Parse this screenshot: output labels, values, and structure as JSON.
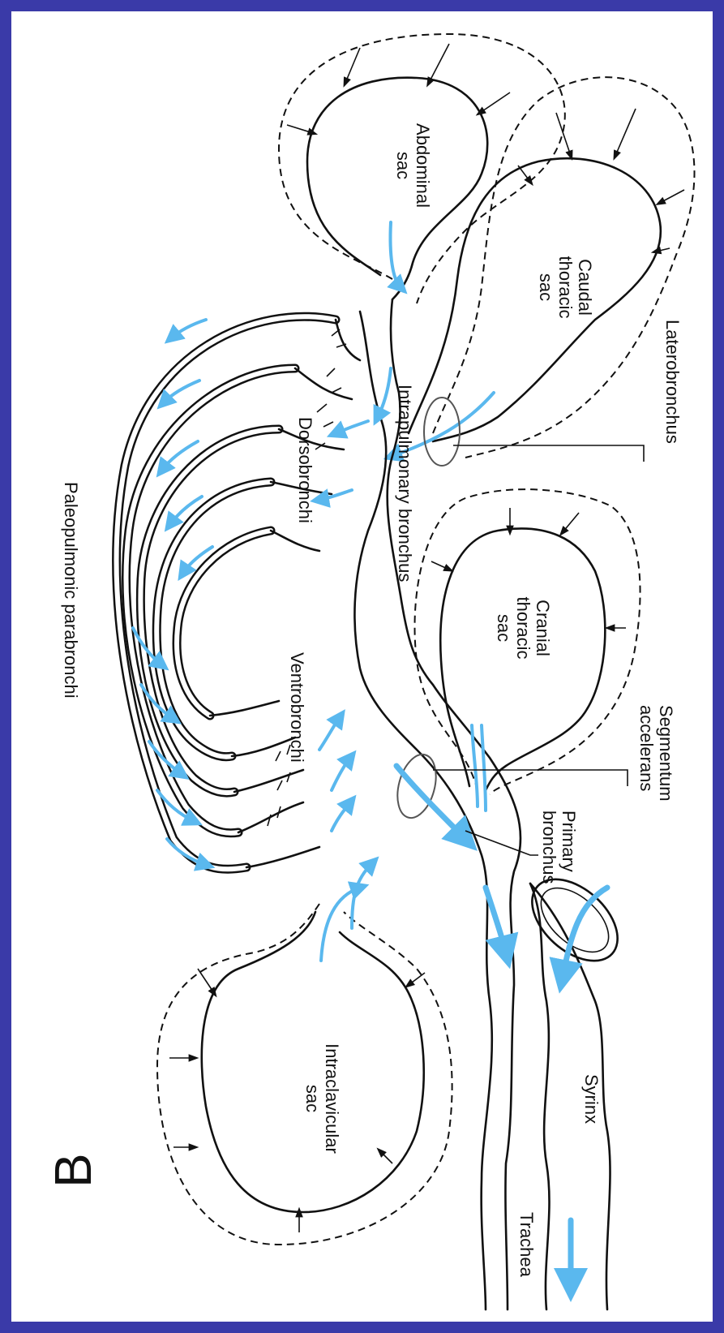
{
  "figure": {
    "panel_letter": "B",
    "labels": {
      "abdominal_sac": [
        "Abdominal",
        "sac"
      ],
      "caudal_thoracic_sac": [
        "Caudal",
        "thoracic",
        "sac"
      ],
      "laterobronchus": "Laterobronchus",
      "paleopulmonic_parabronchi": "Paleopulmonic parabronchi",
      "dorsobronchi": "Dorsobronchi",
      "intrapulmonary_bronchus": "Intrapulmonary bronchus",
      "cranial_thoracic_sac": [
        "Cranial",
        "thoracic",
        "sac"
      ],
      "segmentum_accelerans": [
        "Segmentum",
        "accelerans"
      ],
      "ventrobronchi": "Ventrobronchi",
      "primary_bronchus": [
        "Primary",
        "bronchus"
      ],
      "intraclavicular_sac": [
        "Intraclavicular",
        "sac"
      ],
      "syrinx": "Syrinx",
      "trachea": "Trachea"
    },
    "colors": {
      "border": "#3a3aa8",
      "airflow": "#5ab8ee",
      "ink": "#111111"
    }
  }
}
